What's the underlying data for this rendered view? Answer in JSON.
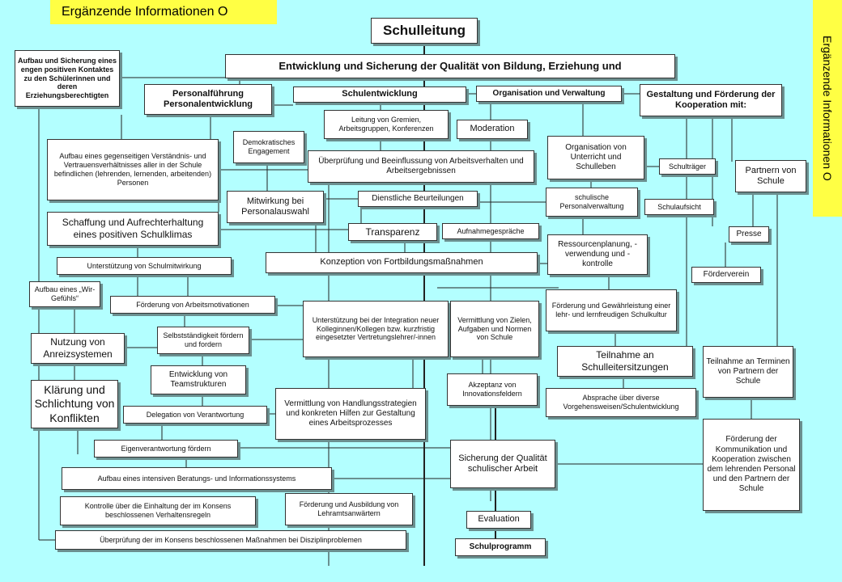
{
  "side_labels": {
    "top": "Ergänzende Informationen O",
    "right": "Ergänzende Informationen O"
  },
  "nodes": {
    "schulleitung": "Schulleitung",
    "qualitaet": "Entwicklung und Sicherung der Qualität von Bildung, Erziehung und",
    "kontakte": "Aufbau und Sicherung eines engen positiven Kontaktes zu den Schülerinnen und deren Erziehungsberechtigten",
    "personal": "Personalführung Personalentwicklung",
    "schulentwicklung": "Schulentwicklung",
    "organisation": "Organisation und Verwaltung",
    "kooperation": "Gestaltung und Förderung der Kooperation mit:",
    "leitung_gremien": "Leitung von Gremien, Arbeitsgruppen, Konferenzen",
    "moderation": "Moderation",
    "demokratisch": "Demokratisches Engagement",
    "verstaendnis": "Aufbau eines gegenseitigen Verständnis- und Vertrauensverhältnisses aller in der Schule befindlichen (lehrenden, lernenden, arbeitenden) Personen",
    "ueberpruefung": "Überprüfung und Beeinflussung von Arbeitsverhalten und Arbeitsergebnissen",
    "org_unterricht": "Organisation von Unterricht und Schulleben",
    "schultraeger": "Schulträger",
    "partnern": "Partnern von Schule",
    "mitwirkung": "Mitwirkung bei Personalauswahl",
    "dienstliche": "Dienstliche Beurteilungen",
    "personalverwaltung": "schulische Personalverwaltung",
    "schulaufsicht": "Schulaufsicht",
    "schulklima": "Schaffung und Aufrechterhaltung eines positiven Schulklimas",
    "transparenz": "Transparenz",
    "aufnahme": "Aufnahmegespräche",
    "ressourcen": "Ressourcenplanung, -verwendung und -kontrolle",
    "presse": "Presse",
    "schulmitwirkung": "Unterstützung von Schulmitwirkung",
    "fortbildung": "Konzeption von Fortbildungsmaßnahmen",
    "foerderverein": "Förderverein",
    "wir_gefuehl": "Aufbau eines „Wir-Gefühls“",
    "arbeitsmotivation": "Förderung von Arbeitsmotivationen",
    "integration": "Unterstützung bei der Integration neuer Kolleginnen/Kollegen bzw. kurzfristig eingesetzter Vertretungslehrer/-innen",
    "vermittlung_ziele": "Vermittlung von Zielen, Aufgaben und Normen von Schule",
    "lehrkultur": "Förderung und Gewährleistung einer lehr- und lernfreudigen Schulkultur",
    "anreiz": "Nutzung von Anreizsystemen",
    "selbststaendigkeit": "Selbstständigkeit fördern und fordern",
    "sitzungen": "Teilnahme an Schulleitersitzungen",
    "termine": "Teilnahme an Terminen von Partnern der Schule",
    "konflikte": "Klärung und Schlichtung von Konflikten",
    "teamstrukturen": "Entwicklung von Teamstrukturen",
    "innovation": "Akzeptanz von Innovationsfeldern",
    "handlung": "Vermittlung von Handlungsstrategien und konkreten Hilfen zur Gestaltung eines Arbeitsprozesses",
    "absprache": "Absprache über diverse Vorgehensweisen/Schulentwicklung",
    "delegation": "Delegation von Verantwortung",
    "kommunikation": "Förderung der Kommunikation und Kooperation zwischen dem lehrenden Personal und den Partnern der Schule",
    "eigenverantwortung": "Eigenverantwortung fördern",
    "sicherung": "Sicherung der Qualität schulischer Arbeit",
    "beratung": "Aufbau eines intensiven Beratungs- und Informationssystems",
    "kontrolle": "Kontrolle über die Einhaltung der im Konsens beschlossenen Verhaltensregeln",
    "lehramt": "Förderung und Ausbildung von Lehramtsanwärtern",
    "evaluation": "Evaluation",
    "disziplin": "Überprüfung der im Konsens beschlossenen Maßnahmen bei Disziplinproblemen",
    "schulprogramm": "Schulprogramm"
  },
  "colors": {
    "background": "#b3ffff",
    "side_label": "#ffff44",
    "box": "#ffffff",
    "line": "#222222"
  }
}
